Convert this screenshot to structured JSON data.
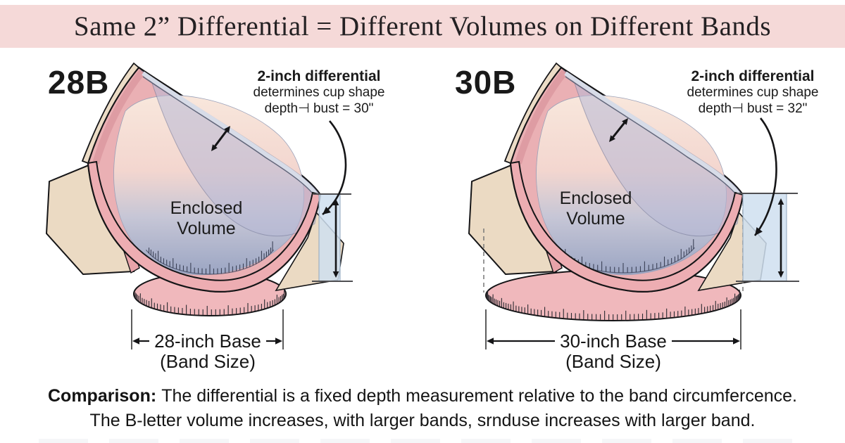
{
  "header": {
    "title": "Same 2” Differential = Different Volumes on Different Bands"
  },
  "panels": {
    "left": {
      "size_label": "28B",
      "annotation": {
        "line1": "2-inch differential",
        "line2": "determines cup shape",
        "line3": "depth⊣ bust = 30\""
      },
      "enclosed": {
        "line1": "Enclosed",
        "line2": "Volume"
      },
      "base": {
        "label": "28-inch Base",
        "sublabel": "(Band Size)"
      }
    },
    "right": {
      "size_label": "30B",
      "annotation": {
        "line1": "2-inch differential",
        "line2": "determines cup shape",
        "line3": "depth⊣ bust = 32\""
      },
      "enclosed": {
        "line1": "Enclosed",
        "line2": "Volume"
      },
      "base": {
        "label": "30-inch Base",
        "sublabel": "(Band Size)"
      }
    }
  },
  "footer": {
    "lead": "Comparison:",
    "line1_rest": "The differential is a fixed depth measurement relative to the band circumfercence.",
    "line2": "The B-letter volume increases, with larger bands, srnduse increases with larger band."
  },
  "colors": {
    "header_bg": "#f5d9d8",
    "ink": "#151517",
    "cup_pink": "#eab0b4",
    "underwire_pink": "#edadb2",
    "band_pink": "#f0b8bc",
    "wing_beige": "#ebdac3",
    "strap_beige": "#ecdcc6",
    "lavender": "#b7b8d6",
    "volume_top": "#f8e7dc",
    "volume_bottom": "#9ba5c3",
    "measure_blue": "#cfdff0",
    "line_gray": "#4f4f52"
  }
}
